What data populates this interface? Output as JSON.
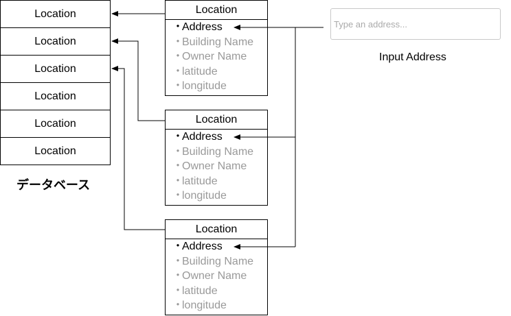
{
  "database": {
    "label": "データベース",
    "rows": [
      "Location",
      "Location",
      "Location",
      "Location",
      "Location",
      "Location"
    ]
  },
  "cards": [
    {
      "title": "Location",
      "bullet": "・",
      "fields": [
        "Address",
        "Building Name",
        "Owner Name",
        "latitude",
        "longitude"
      ]
    },
    {
      "title": "Location",
      "bullet": "・",
      "fields": [
        "Address",
        "Building Name",
        "Owner Name",
        "latitude",
        "longitude"
      ]
    },
    {
      "title": "Location",
      "bullet": "・",
      "fields": [
        "Address",
        "Building Name",
        "Owner Name",
        "latitude",
        "longitude"
      ]
    }
  ],
  "address_input": {
    "placeholder": "Type an address...",
    "label": "Input Address"
  },
  "colors": {
    "line": "#000000",
    "inactive_field": "#999999",
    "input_border": "#c8c8c8"
  }
}
